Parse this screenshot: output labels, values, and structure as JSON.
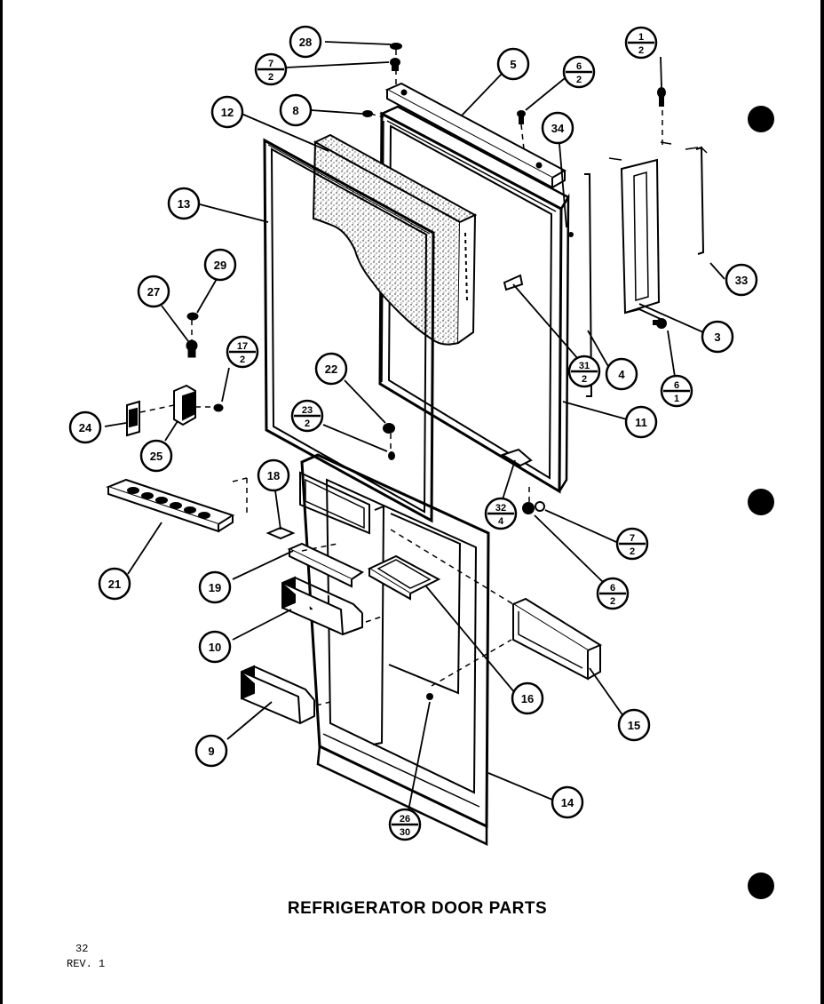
{
  "caption": "REFRIGERATOR DOOR PARTS",
  "page": {
    "number": "32",
    "revision": "REV. 1"
  },
  "callouts": {
    "c28_top": "28",
    "c7_2_top": [
      "7",
      "2"
    ],
    "c5": "5",
    "c6_2_top": [
      "6",
      "2"
    ],
    "c1_2": [
      "1",
      "2"
    ],
    "c12": "12",
    "c8": "8",
    "c34": "34",
    "c13": "13",
    "c33": "33",
    "c29": "29",
    "c27": "27",
    "c3": "3",
    "c17_2": [
      "17",
      "2"
    ],
    "c31_2": [
      "31",
      "2"
    ],
    "c4": "4",
    "c22": "22",
    "c6_1": [
      "6",
      "1"
    ],
    "c23_2": [
      "23",
      "2"
    ],
    "c11": "11",
    "c24": "24",
    "c25": "25",
    "c18": "18",
    "c32_4": [
      "32",
      "4"
    ],
    "c7_2_right": [
      "7",
      "2"
    ],
    "c21": "21",
    "c19": "19",
    "c6_2_right": [
      "6",
      "2"
    ],
    "c10": "10",
    "c16": "16",
    "c15": "15",
    "c9": "9",
    "c14": "14",
    "c26_30": [
      "26",
      "30"
    ]
  }
}
